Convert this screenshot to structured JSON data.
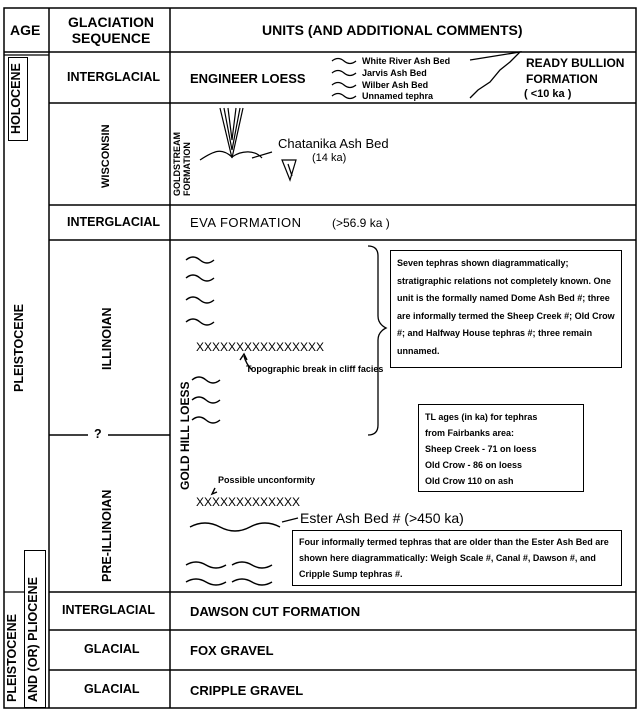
{
  "headers": {
    "age": "AGE",
    "glaciation": "GLACIATION SEQUENCE",
    "glaciation_line1": "GLACIATION",
    "glaciation_line2": "SEQUENCE",
    "units": "UNITS (AND ADDITIONAL COMMENTS)"
  },
  "ages": {
    "holocene": "HOLOCENE",
    "pleistocene": "PLEISTOCENE",
    "pleistocene_pliocene_line1": "PLEISTOCENE",
    "pleistocene_pliocene_line2": "AND (OR) PLIOCENE"
  },
  "sequence": {
    "interglacial_1": "INTERGLACIAL",
    "wisconsin": "WISCONSIN",
    "interglacial_2": "INTERGLACIAL",
    "illinoian": "ILLINOIAN",
    "boundary_mark": "?",
    "pre_illinoian": "PRE-ILLINOIAN",
    "interglacial_3": "INTERGLACIAL",
    "glacial_1": "GLACIAL",
    "glacial_2": "GLACIAL"
  },
  "units": {
    "engineer_loess": "ENGINEER LOESS",
    "ash_beds": [
      "White River Ash Bed",
      "Jarvis Ash Bed",
      "Wilber Ash Bed",
      "Unnamed tephra"
    ],
    "ready_bullion_line1": "READY BULLION",
    "ready_bullion_line2": "FORMATION",
    "ready_bullion_age": "( <10 ka )",
    "goldstream_line1": "GOLDSTREAM",
    "goldstream_line2": "FORMATION",
    "chatanika": "Chatanika Ash Bed",
    "chatanika_age": "(14 ka)",
    "eva": "EVA FORMATION",
    "eva_age": "(>56.9 ka )",
    "gold_hill": "GOLD HILL LOESS",
    "cliff_break_marks": "XXXXXXXXXXXXXXXX",
    "cliff_break": "Topographic break in cliff facies",
    "unconformity": "Possible unconformity",
    "unconformity_marks": "XXXXXXXXXXXXX",
    "ester": "Ester Ash Bed # (>450 ka)",
    "dawson": "DAWSON CUT FORMATION",
    "fox": "FOX GRAVEL",
    "cripple": "CRIPPLE GRAVEL"
  },
  "notes": {
    "seven_tephras": "Seven tephras shown diagrammatically; stratigraphic relations not completely known. One unit is the formally named Dome Ash Bed #; three are informally termed the Sheep Creek #; Old Crow #; and Halfway House tephras #; three remain unnamed.",
    "tl_ages": [
      "TL ages (in ka) for tephras",
      "from Fairbanks area:",
      "Sheep Creek - 71 on loess",
      "Old Crow - 86 on loess",
      "Old Crow 110 on ash"
    ],
    "four_tephras": "Four informally termed tephras that are older than the Ester Ash Bed are shown here diagrammatically: Weigh Scale #, Canal #, Dawson #, and Cripple Sump tephras #."
  }
}
